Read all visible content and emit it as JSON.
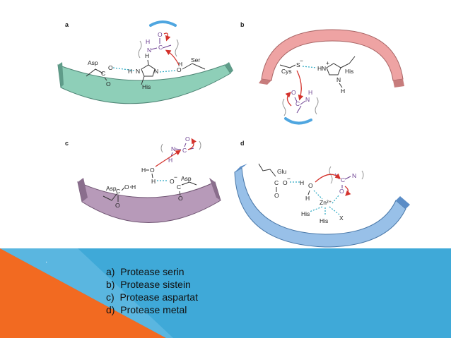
{
  "panels": {
    "a": {
      "label": "a",
      "residues": [
        "Asp",
        "His",
        "Ser"
      ],
      "atoms": {
        "c": "C",
        "o1": "O",
        "o2": "O",
        "n1": "N",
        "n2": "N",
        "h1": "H",
        "h2": "H",
        "h3": "H",
        "o3": "O",
        "sub_o": "O",
        "sub_c": "C",
        "sub_n": "N",
        "sub_h": "H"
      },
      "colors": {
        "body": "#8ecfb8",
        "side": "#5f9c89"
      }
    },
    "b": {
      "label": "b",
      "residues": [
        "Cys",
        "His"
      ],
      "atoms": {
        "s": "S",
        "sub_o": "O",
        "sub_c": "C",
        "sub_n": "N",
        "sub_h": "H",
        "n1": "N",
        "n2": "N",
        "h1": "H",
        "h2": "H",
        "charge": "+",
        "charge_s": "−"
      },
      "colors": {
        "body": "#eea3a3",
        "side": "#c77c7c"
      }
    },
    "c": {
      "label": "c",
      "residues": [
        "Asp",
        "Asp"
      ],
      "atoms": {
        "sub_o": "O",
        "sub_c": "C",
        "sub_n": "N",
        "sub_h": "H",
        "w_h1": "H",
        "w_o": "O",
        "w_h2": "H",
        "o1": "O",
        "h1": "H",
        "o2": "O",
        "c1": "C",
        "o3": "O",
        "c2": "C",
        "o4": "O",
        "charge": "−"
      },
      "colors": {
        "body": "#b79ab9",
        "side": "#8a6e8d"
      }
    },
    "d": {
      "label": "d",
      "residues": [
        "Glu",
        "His",
        "His",
        "X"
      ],
      "atoms": {
        "sub_o": "O",
        "sub_c": "C",
        "sub_n": "N",
        "w_o": "O",
        "w_h": "H",
        "h2": "H",
        "zn": "Zn²⁺",
        "glu_o": "O",
        "glu_c": "C",
        "glu_o2": "O",
        "charge": "−"
      },
      "colors": {
        "body": "#98c0e8",
        "side": "#5b8dc7"
      }
    }
  },
  "footer": {
    "bullet": "·",
    "items": [
      {
        "letter": "a)",
        "text": "Protease serin"
      },
      {
        "letter": "b)",
        "text": "Protease sistein"
      },
      {
        "letter": "c)",
        "text": "Protease aspartat"
      },
      {
        "letter": "d)",
        "text": "Protease metal"
      }
    ],
    "colors": {
      "orange": "#f26a21",
      "blue": "#3fa9d8",
      "dark_blue": "#2b8ac4"
    }
  }
}
